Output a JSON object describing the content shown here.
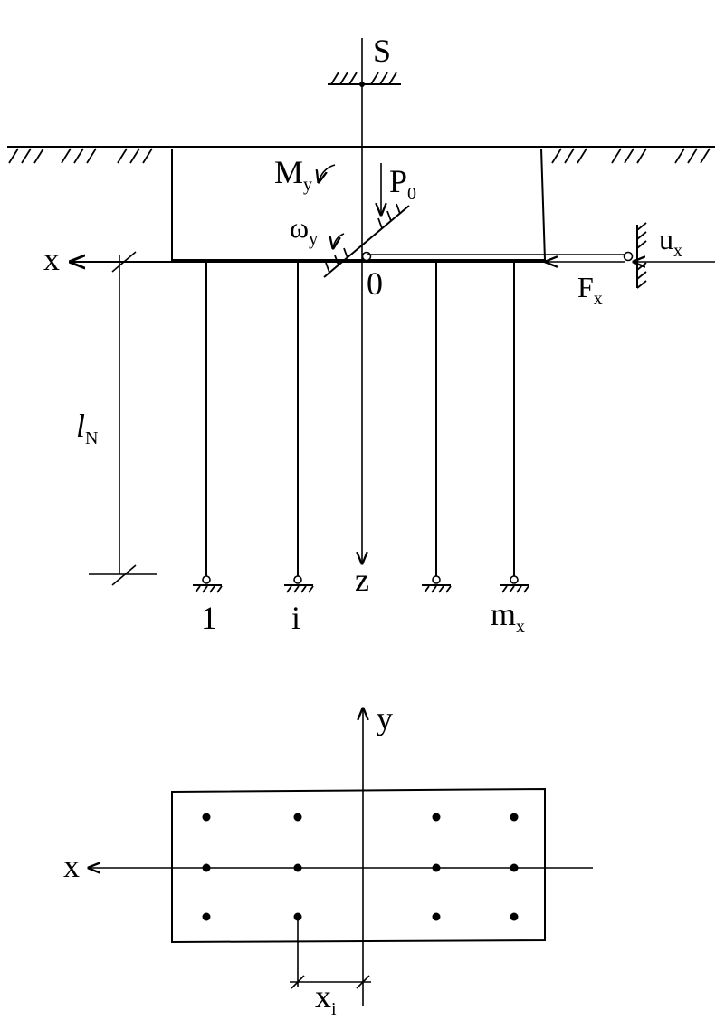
{
  "labels": {
    "spring": "S",
    "moment": "M",
    "moment_sub": "y",
    "load": "P",
    "load_sub": "0",
    "rotation": "ω",
    "rotation_sub": "y",
    "disp": "u",
    "disp_sub": "x",
    "force": "F",
    "force_sub": "x",
    "x_axis": "x",
    "origin": "0",
    "z_axis": "z",
    "length": "l",
    "length_sub": "N",
    "pile_first": "1",
    "pile_i": "i",
    "pile_last": "m",
    "pile_last_sub": "x",
    "plan_y": "y",
    "plan_x": "x",
    "offset": "x",
    "offset_sub": "i"
  },
  "colors": {
    "line": "#000000",
    "background": "#ffffff"
  }
}
